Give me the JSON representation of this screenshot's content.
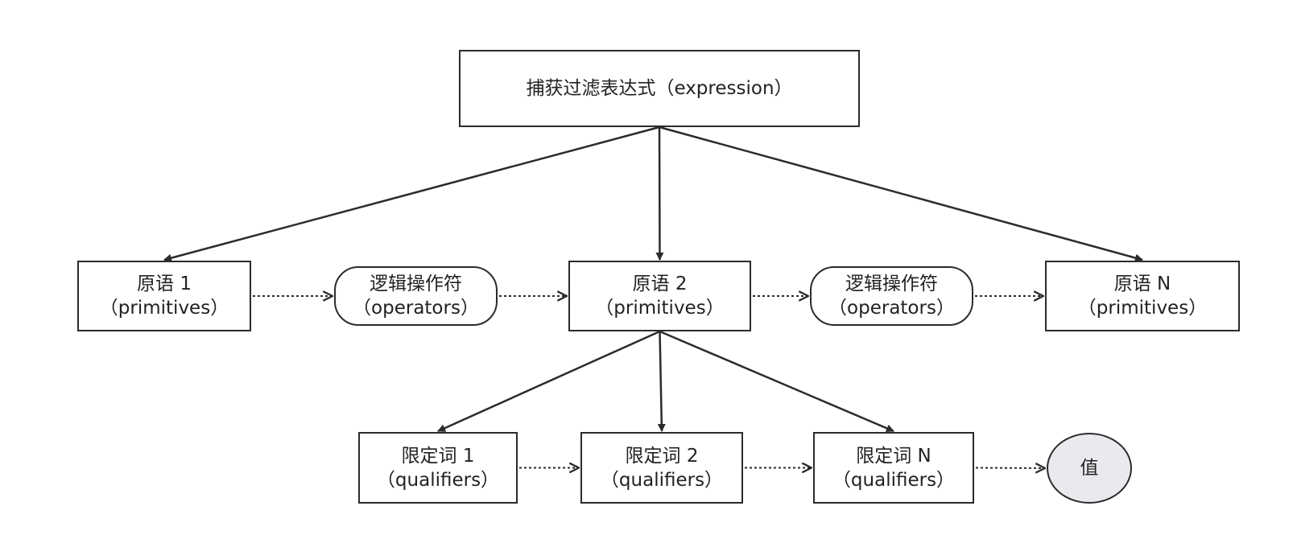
{
  "colors": {
    "stroke": "#2b2b2b",
    "text": "#222222",
    "value_fill": "#e8eaed",
    "background": "#ffffff"
  },
  "nodes": {
    "expression": {
      "line1": "捕获过滤表达式（expression）"
    },
    "primitive1": {
      "line1": "原语 1",
      "line2": "（primitives）"
    },
    "operator1": {
      "line1": "逻辑操作符",
      "line2": "（operators）"
    },
    "primitive2": {
      "line1": "原语 2",
      "line2": "（primitives）"
    },
    "operator2": {
      "line1": "逻辑操作符",
      "line2": "（operators）"
    },
    "primitiveN": {
      "line1": "原语 N",
      "line2": "（primitives）"
    },
    "qualifier1": {
      "line1": "限定词 1",
      "line2": "（qualifiers）"
    },
    "qualifier2": {
      "line1": "限定词 2",
      "line2": "（qualifiers）"
    },
    "qualifierN": {
      "line1": "限定词 N",
      "line2": "（qualifiers）"
    },
    "value": {
      "line1": "值"
    }
  },
  "edges": [
    {
      "from": "expression",
      "to": "primitive1",
      "style": "solid"
    },
    {
      "from": "expression",
      "to": "primitive2",
      "style": "solid"
    },
    {
      "from": "expression",
      "to": "primitiveN",
      "style": "solid"
    },
    {
      "from": "primitive1",
      "to": "operator1",
      "style": "dotted"
    },
    {
      "from": "operator1",
      "to": "primitive2",
      "style": "dotted"
    },
    {
      "from": "primitive2",
      "to": "operator2",
      "style": "dotted"
    },
    {
      "from": "operator2",
      "to": "primitiveN",
      "style": "dotted"
    },
    {
      "from": "primitive2",
      "to": "qualifier1",
      "style": "solid"
    },
    {
      "from": "primitive2",
      "to": "qualifier2",
      "style": "solid"
    },
    {
      "from": "primitive2",
      "to": "qualifierN",
      "style": "solid"
    },
    {
      "from": "qualifier1",
      "to": "qualifier2",
      "style": "dotted"
    },
    {
      "from": "qualifier2",
      "to": "qualifierN",
      "style": "dotted"
    },
    {
      "from": "qualifierN",
      "to": "value",
      "style": "dotted"
    }
  ]
}
